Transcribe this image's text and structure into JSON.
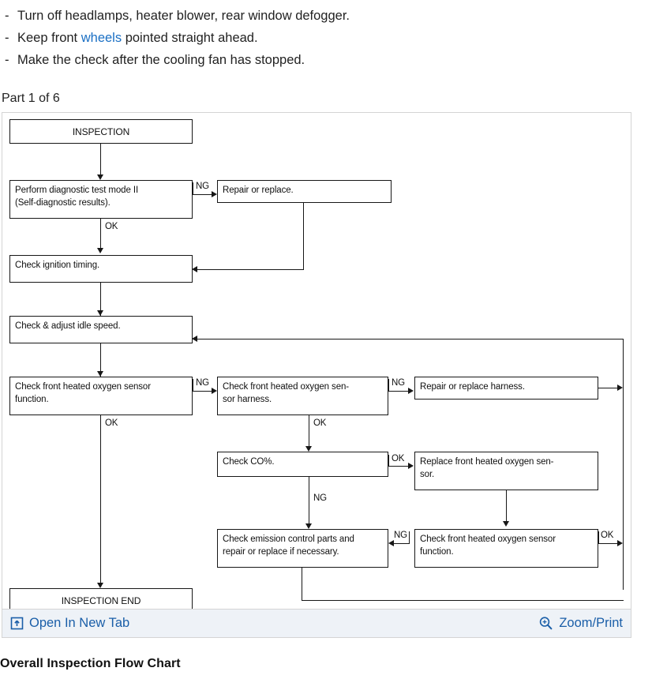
{
  "intro": {
    "bullets": [
      {
        "dash": "-",
        "before": "Turn off headlamps, heater blower, rear window defogger.",
        "link": "",
        "after": ""
      },
      {
        "dash": "-",
        "before": "Keep front ",
        "link": "wheels",
        "after": " pointed straight ahead."
      },
      {
        "dash": "-",
        "before": "Make the check after the cooling fan has stopped.",
        "link": "",
        "after": ""
      }
    ]
  },
  "part_label": "Part 1 of 6",
  "figure": {
    "boxes": {
      "inspection": "INSPECTION",
      "diag_mode": "Perform diagnostic test mode II (Self-diagnostic results).",
      "diag_mode_l1": "Perform diagnostic test mode II",
      "diag_mode_l2": "(Self-diagnostic results).",
      "repair_replace": "Repair or replace.",
      "ignition": "Check ignition timing.",
      "idle_speed": "Check & adjust idle speed.",
      "fho2s_func_l1": "Check front heated oxygen sensor",
      "fho2s_func_l2": "function.",
      "fho2s_harness_l1": "Check front heated oxygen sen-",
      "fho2s_harness_l2": "sor harness.",
      "repair_harness": "Repair or replace harness.",
      "check_co": "Check CO%.",
      "replace_fho2s_l1": "Replace front heated oxygen sen-",
      "replace_fho2s_l2": "sor.",
      "emission_l1": "Check emission control parts and",
      "emission_l2": "repair or replace if necessary.",
      "fho2s_func2_l1": "Check front heated oxygen sensor",
      "fho2s_func2_l2": "function.",
      "inspection_end": "INSPECTION END"
    },
    "edge_labels": {
      "ng1": "NG",
      "ok1": "OK",
      "ng2": "NG",
      "ok2": "OK",
      "ng3": "NG",
      "ok3": "OK",
      "ok4": "OK",
      "ng4": "NG",
      "ng5": "NG",
      "ok5": "OK"
    }
  },
  "toolbar": {
    "open_new_tab": "Open In New Tab",
    "zoom_print": "Zoom/Print",
    "link_color": "#1a5ea8",
    "background": "#eef2f7"
  },
  "trailing_heading": "Overall Inspection Flow Chart",
  "chart_data": {
    "type": "diagram",
    "title": "Overall Inspection Flow Chart",
    "nodes": [
      {
        "id": "inspection",
        "label": "INSPECTION"
      },
      {
        "id": "diag_mode",
        "label": "Perform diagnostic test mode II (Self-diagnostic results)."
      },
      {
        "id": "repair_replace",
        "label": "Repair or replace."
      },
      {
        "id": "ignition",
        "label": "Check ignition timing."
      },
      {
        "id": "idle_speed",
        "label": "Check & adjust idle speed."
      },
      {
        "id": "fho2s_func",
        "label": "Check front heated oxygen sensor function."
      },
      {
        "id": "fho2s_harness",
        "label": "Check front heated oxygen sensor harness."
      },
      {
        "id": "repair_harness",
        "label": "Repair or replace harness."
      },
      {
        "id": "check_co",
        "label": "Check CO%."
      },
      {
        "id": "replace_fho2s",
        "label": "Replace front heated oxygen sensor."
      },
      {
        "id": "emission",
        "label": "Check emission control parts and repair or replace if necessary."
      },
      {
        "id": "fho2s_func2",
        "label": "Check front heated oxygen sensor function."
      },
      {
        "id": "inspection_end",
        "label": "INSPECTION END"
      }
    ],
    "edges": [
      {
        "from": "inspection",
        "to": "diag_mode",
        "label": ""
      },
      {
        "from": "diag_mode",
        "to": "repair_replace",
        "label": "NG"
      },
      {
        "from": "diag_mode",
        "to": "ignition",
        "label": "OK"
      },
      {
        "from": "repair_replace",
        "to": "ignition",
        "label": ""
      },
      {
        "from": "ignition",
        "to": "idle_speed",
        "label": ""
      },
      {
        "from": "idle_speed",
        "to": "fho2s_func",
        "label": ""
      },
      {
        "from": "fho2s_func",
        "to": "fho2s_harness",
        "label": "NG"
      },
      {
        "from": "fho2s_func",
        "to": "inspection_end",
        "label": "OK"
      },
      {
        "from": "fho2s_harness",
        "to": "repair_harness",
        "label": "NG"
      },
      {
        "from": "fho2s_harness",
        "to": "check_co",
        "label": "OK"
      },
      {
        "from": "repair_harness",
        "to": "idle_speed",
        "label": ""
      },
      {
        "from": "check_co",
        "to": "replace_fho2s",
        "label": "OK"
      },
      {
        "from": "check_co",
        "to": "emission",
        "label": "NG"
      },
      {
        "from": "replace_fho2s",
        "to": "fho2s_func2",
        "label": ""
      },
      {
        "from": "fho2s_func2",
        "to": "emission",
        "label": "NG"
      },
      {
        "from": "fho2s_func2",
        "to": "idle_speed",
        "label": "OK"
      },
      {
        "from": "emission",
        "to": "idle_speed",
        "label": ""
      }
    ]
  }
}
